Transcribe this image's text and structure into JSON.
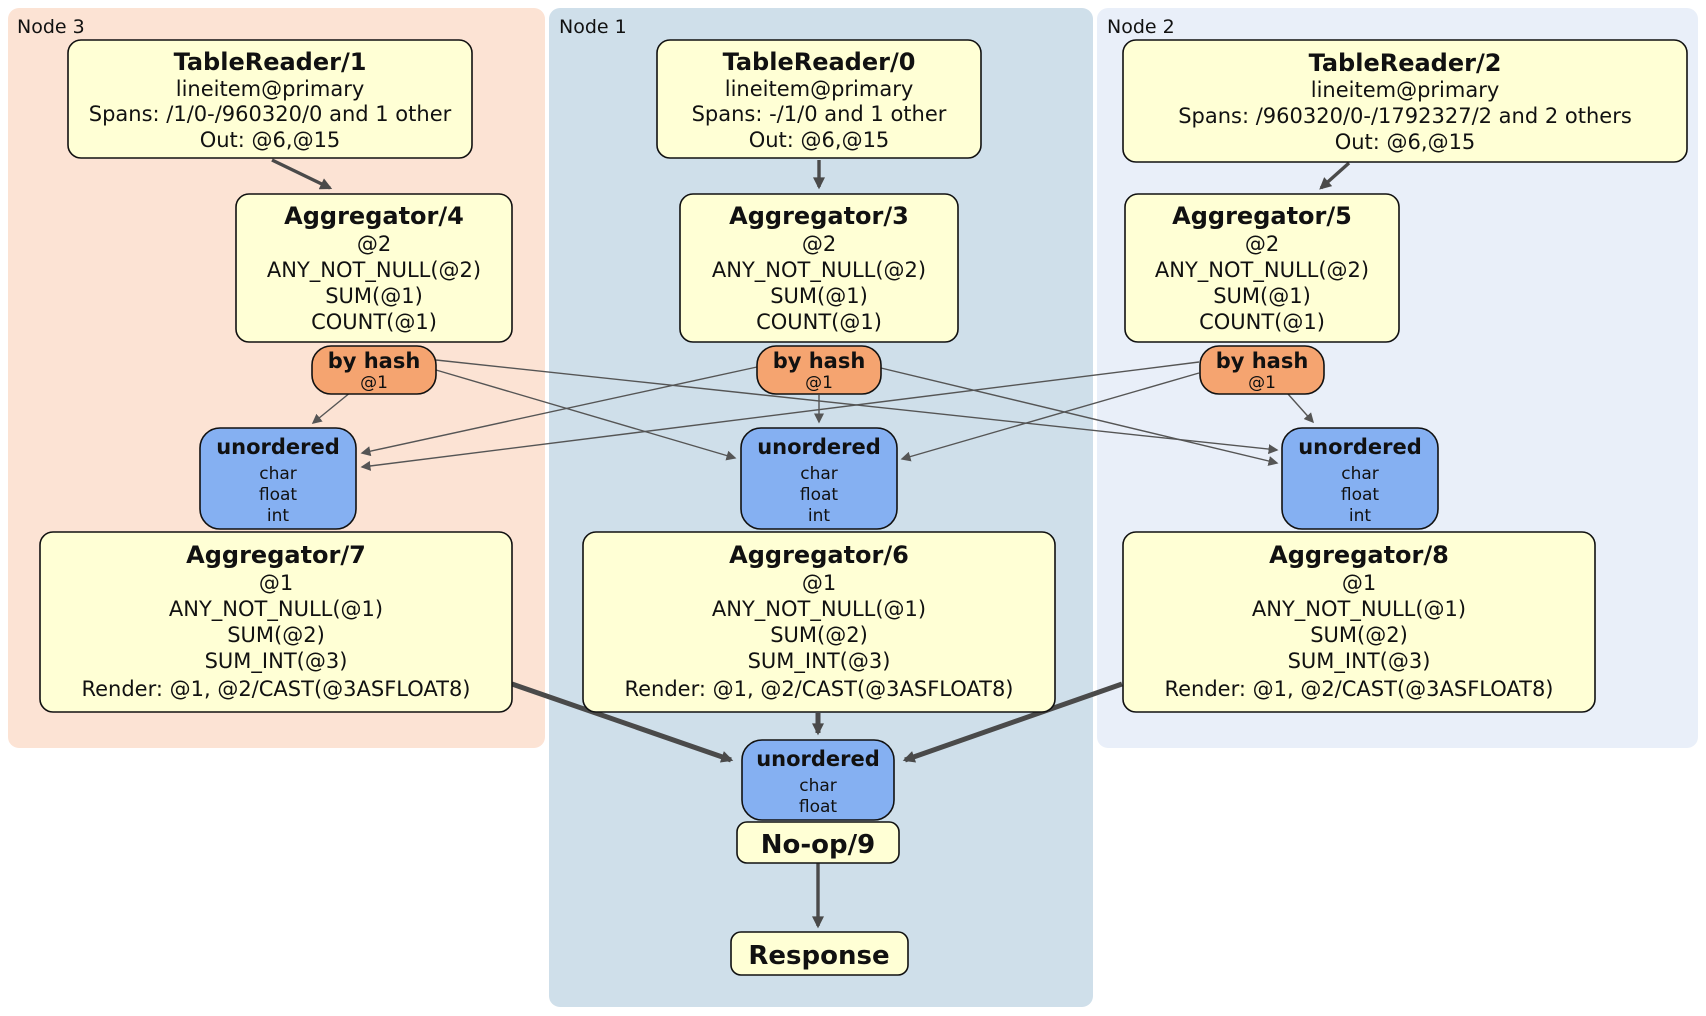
{
  "regions": {
    "node3": {
      "label": "Node 3"
    },
    "node1": {
      "label": "Node 1"
    },
    "node2": {
      "label": "Node 2"
    }
  },
  "processors": {
    "tr1": {
      "title": "TableReader/1",
      "lines": [
        "lineitem@primary",
        "Spans: /1/0-/960320/0 and 1 other",
        "Out: @6,@15"
      ]
    },
    "tr0": {
      "title": "TableReader/0",
      "lines": [
        "lineitem@primary",
        "Spans: -/1/0 and 1 other",
        "Out: @6,@15"
      ]
    },
    "tr2": {
      "title": "TableReader/2",
      "lines": [
        "lineitem@primary",
        "Spans: /960320/0-/1792327/2 and 2 others",
        "Out: @6,@15"
      ]
    },
    "agg4": {
      "title": "Aggregator/4",
      "lines": [
        "@2",
        "ANY_NOT_NULL(@2)",
        "SUM(@1)",
        "COUNT(@1)"
      ]
    },
    "agg3": {
      "title": "Aggregator/3",
      "lines": [
        "@2",
        "ANY_NOT_NULL(@2)",
        "SUM(@1)",
        "COUNT(@1)"
      ]
    },
    "agg5": {
      "title": "Aggregator/5",
      "lines": [
        "@2",
        "ANY_NOT_NULL(@2)",
        "SUM(@1)",
        "COUNT(@1)"
      ]
    },
    "agg7": {
      "title": "Aggregator/7",
      "lines": [
        "@1",
        "ANY_NOT_NULL(@1)",
        "SUM(@2)",
        "SUM_INT(@3)",
        "Render: @1, @2/CAST(@3ASFLOAT8)"
      ]
    },
    "agg6": {
      "title": "Aggregator/6",
      "lines": [
        "@1",
        "ANY_NOT_NULL(@1)",
        "SUM(@2)",
        "SUM_INT(@3)",
        "Render: @1, @2/CAST(@3ASFLOAT8)"
      ]
    },
    "agg8": {
      "title": "Aggregator/8",
      "lines": [
        "@1",
        "ANY_NOT_NULL(@1)",
        "SUM(@2)",
        "SUM_INT(@3)",
        "Render: @1, @2/CAST(@3ASFLOAT8)"
      ]
    },
    "noop": {
      "title": "No-op/9"
    },
    "response": {
      "title": "Response"
    }
  },
  "routers": {
    "hash3": {
      "title": "by hash",
      "detail": "@1"
    },
    "hash1": {
      "title": "by hash",
      "detail": "@1"
    },
    "hash2": {
      "title": "by hash",
      "detail": "@1"
    }
  },
  "syncs": {
    "un3": {
      "title": "unordered",
      "items": [
        "char",
        "float",
        "int"
      ]
    },
    "un1": {
      "title": "unordered",
      "items": [
        "char",
        "float",
        "int"
      ]
    },
    "un2": {
      "title": "unordered",
      "items": [
        "char",
        "float",
        "int"
      ]
    },
    "unfinal": {
      "title": "unordered",
      "items": [
        "char",
        "float"
      ]
    }
  },
  "edges": [
    {
      "from": "tablereader1",
      "to": "aggregator4"
    },
    {
      "from": "tablereader0",
      "to": "aggregator3"
    },
    {
      "from": "tablereader2",
      "to": "aggregator5"
    },
    {
      "from": "byhash-node3",
      "to": "unordered-node3"
    },
    {
      "from": "byhash-node3",
      "to": "unordered-node1"
    },
    {
      "from": "byhash-node3",
      "to": "unordered-node2"
    },
    {
      "from": "byhash-node1",
      "to": "unordered-node3"
    },
    {
      "from": "byhash-node1",
      "to": "unordered-node1"
    },
    {
      "from": "byhash-node1",
      "to": "unordered-node2"
    },
    {
      "from": "byhash-node2",
      "to": "unordered-node3"
    },
    {
      "from": "byhash-node2",
      "to": "unordered-node1"
    },
    {
      "from": "byhash-node2",
      "to": "unordered-node2"
    },
    {
      "from": "aggregator7",
      "to": "unordered-final"
    },
    {
      "from": "aggregator6",
      "to": "unordered-final"
    },
    {
      "from": "aggregator8",
      "to": "unordered-final"
    },
    {
      "from": "noop9",
      "to": "response"
    }
  ],
  "colors": {
    "node3_fill": "#fce3d4",
    "node1_fill": "#cfdfea",
    "node2_fill": "#e9eff9",
    "processor_fill": "#ffffd5",
    "router_fill": "#f5a470",
    "sync_fill": "#85b0f2",
    "edge_color": "#4a4a4a",
    "text_color": "#111111"
  }
}
